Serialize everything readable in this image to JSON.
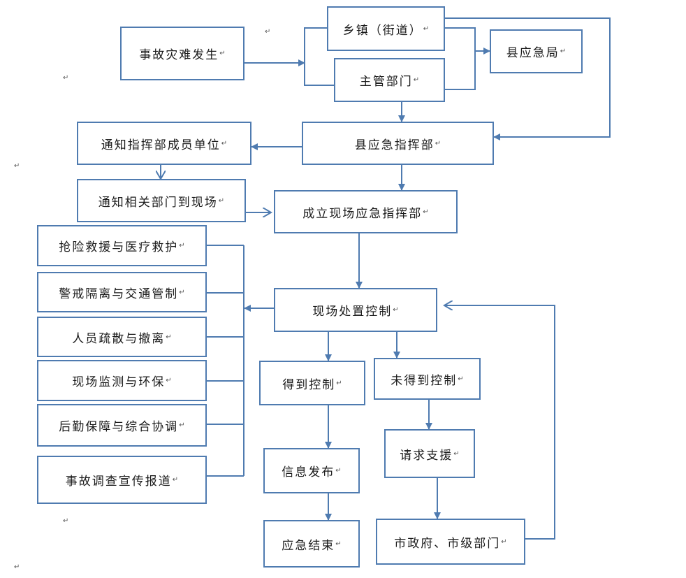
{
  "paragraph_mark": "↵",
  "nodes": {
    "accident": "事故灾难发生",
    "township": "乡镇（街道）",
    "dept": "主管部门",
    "county_bureau": "县应急局",
    "county_hq": "县应急指挥部",
    "notify_members": "通知指挥部成员单位",
    "notify_depts": "通知相关部门到现场",
    "site_hq": "成立现场应急指挥部",
    "site_control": "现场处置控制",
    "controlled": "得到控制",
    "not_controlled": "未得到控制",
    "info_release": "信息发布",
    "request_support": "请求支援",
    "end": "应急结束",
    "city_gov": "市政府、市级部门",
    "task1": "抢险救援与医疗救护",
    "task2": "警戒隔离与交通管制",
    "task3": "人员疏散与撤离",
    "task4": "现场监测与环保",
    "task5": "后勤保障与综合协调",
    "task6": "事故调查宣传报道"
  }
}
